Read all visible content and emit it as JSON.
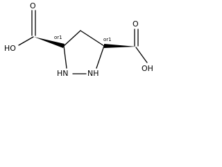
{
  "molecule": {
    "left_carboxyl": {
      "oh_label": "HO",
      "o_label": "O"
    },
    "right_carboxyl": {
      "oh_label": "OH",
      "o_label": "O"
    },
    "ring": {
      "n1_label": "HN",
      "n2_label": "NH"
    },
    "stereo": {
      "left": "or1",
      "right": "or1"
    },
    "colors": {
      "ink": "#000000",
      "background": "#ffffff"
    }
  }
}
